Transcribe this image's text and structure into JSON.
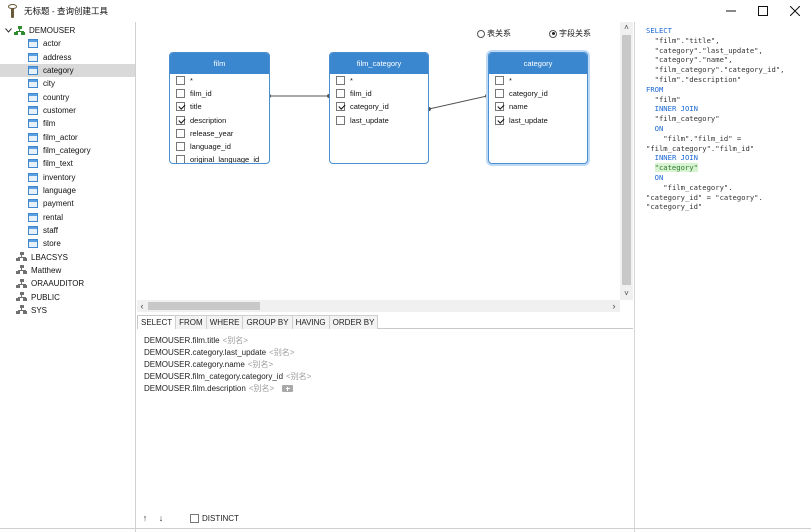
{
  "window": {
    "title": "无标题 - 查询创建工具",
    "minimize": "minimize",
    "maximize": "maximize",
    "close": "close"
  },
  "tree": {
    "root": "DEMOUSER",
    "tables": [
      "actor",
      "address",
      "category",
      "city",
      "country",
      "customer",
      "film",
      "film_actor",
      "film_category",
      "film_text",
      "inventory",
      "language",
      "payment",
      "rental",
      "staff",
      "store"
    ],
    "selected_table": "category",
    "schemas": [
      "LBACSYS",
      "Matthew",
      "ORAAUDITOR",
      "PUBLIC",
      "SYS"
    ]
  },
  "radio": {
    "table_relation": "表关系",
    "field_relation": "字段关系",
    "selected": "field_relation"
  },
  "tables": {
    "film": {
      "title": "film",
      "fields": [
        {
          "name": "*",
          "checked": false
        },
        {
          "name": "film_id",
          "checked": false
        },
        {
          "name": "title",
          "checked": true
        },
        {
          "name": "description",
          "checked": true
        },
        {
          "name": "release_year",
          "checked": false
        },
        {
          "name": "language_id",
          "checked": false
        },
        {
          "name": "original_language_id",
          "checked": false
        }
      ]
    },
    "film_category": {
      "title": "film_category",
      "fields": [
        {
          "name": "*",
          "checked": false
        },
        {
          "name": "film_id",
          "checked": false
        },
        {
          "name": "category_id",
          "checked": true
        },
        {
          "name": "last_update",
          "checked": false
        }
      ]
    },
    "category": {
      "title": "category",
      "fields": [
        {
          "name": "*",
          "checked": false
        },
        {
          "name": "category_id",
          "checked": false
        },
        {
          "name": "name",
          "checked": true
        },
        {
          "name": "last_update",
          "checked": true
        }
      ]
    }
  },
  "sql": {
    "lines": [
      {
        "text": "SELECT",
        "kw": true
      },
      {
        "text": "  \"film\".\"title\","
      },
      {
        "text": "  \"category\".\"last_update\","
      },
      {
        "text": "  \"category\".\"name\","
      },
      {
        "text": "  \"film_category\".\"category_id\","
      },
      {
        "text": "  \"film\".\"description\""
      },
      {
        "text": "FROM",
        "kw": true
      },
      {
        "text": "  \"film\""
      },
      {
        "text": "  INNER JOIN",
        "kw": true
      },
      {
        "text": "  \"film_category\""
      },
      {
        "text": "  ON",
        "kw": true
      },
      {
        "text": "    \"film\".\"film_id\" ="
      },
      {
        "text": "\"film_category\".\"film_id\""
      },
      {
        "text": "  INNER JOIN",
        "kw": true
      },
      {
        "text": "  \"category\"",
        "hl": true
      },
      {
        "text": "  ON",
        "kw": true
      },
      {
        "text": "    \"film_category\"."
      },
      {
        "text": "\"category_id\" = \"category\"."
      },
      {
        "text": "\"category_id\""
      }
    ]
  },
  "tabs": [
    "SELECT",
    "FROM",
    "WHERE",
    "GROUP BY",
    "HAVING",
    "ORDER BY"
  ],
  "active_tab": "SELECT",
  "select_rows": [
    {
      "expr": "DEMOUSER.film.title",
      "alias": "<别名>"
    },
    {
      "expr": "DEMOUSER.category.last_update",
      "alias": "<别名>"
    },
    {
      "expr": "DEMOUSER.category.name",
      "alias": "<别名>"
    },
    {
      "expr": "DEMOUSER.film_category.category_id",
      "alias": "<别名>"
    },
    {
      "expr": "DEMOUSER.film.description",
      "alias": "<别名>"
    }
  ],
  "bottom": {
    "up": "↑",
    "down": "↓",
    "distinct": "DISTINCT"
  },
  "colors": {
    "table_header": "#3a86cf",
    "sql_keyword": "#1b68d6",
    "highlight": "#d8f3d2"
  }
}
